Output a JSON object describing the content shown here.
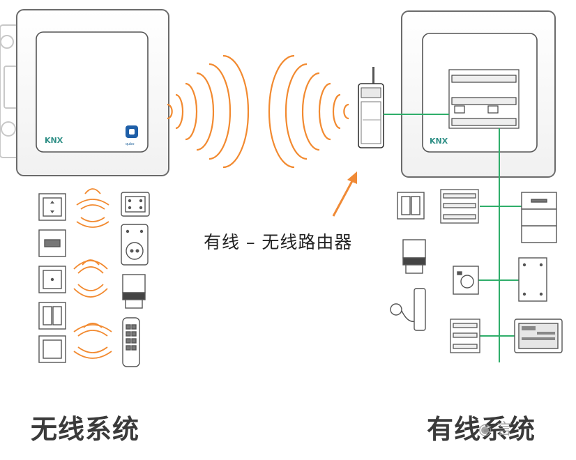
{
  "router_label": "有线 – 无线路由器",
  "wireless_title": "无线系统",
  "wired_title": "有线系统",
  "watermark": "言",
  "knx_logo_text": "KNX",
  "quicko_text": "qubo",
  "colors": {
    "wave": "#f28a30",
    "bus_line": "#2fae6a",
    "arrow": "#f08a36",
    "frame": "#6b6b6b"
  }
}
